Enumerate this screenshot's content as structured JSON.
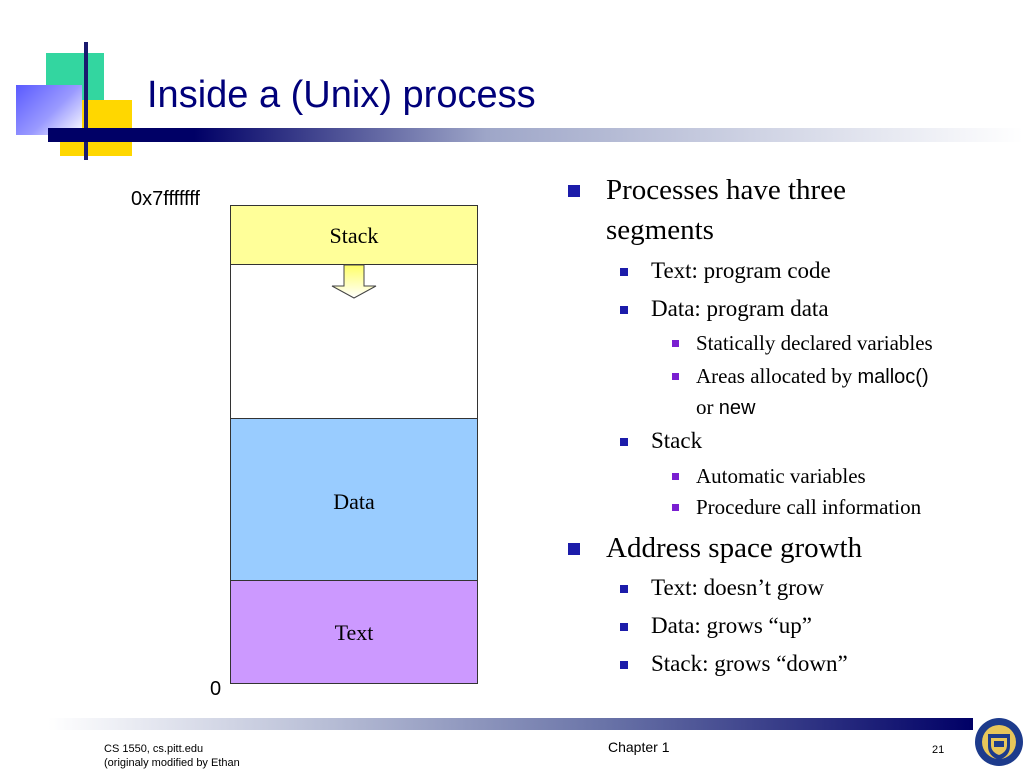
{
  "slide": {
    "title": "Inside a (Unix) process"
  },
  "diagram": {
    "address_top": "0x7fffffff",
    "address_bottom": "0",
    "segments": {
      "stack": "Stack",
      "data": "Data",
      "text": "Text"
    },
    "colors": {
      "stack": "#ffff99",
      "data": "#99ccff",
      "text": "#cc99ff",
      "free": "#ffffff"
    },
    "arrow_icon": "down-arrow-icon"
  },
  "bullets": {
    "b1_processes": "Processes have three segments",
    "b2_text": "Text: program code",
    "b2_data": "Data: program data",
    "b3_static": "Statically declared variables",
    "b3_areas_prefix": "Areas allocated by ",
    "b3_areas_malloc": "malloc()",
    "b3_areas_or": "or ",
    "b3_areas_new": "new",
    "b2_stack": "Stack",
    "b3_auto": "Automatic variables",
    "b3_proc": "Procedure call information",
    "b1_growth": "Address space growth",
    "b2_text_grow": "Text: doesn’t grow",
    "b2_data_grow": "Data: grows “up”",
    "b2_stack_grow": "Stack: grows “down”"
  },
  "footer": {
    "course": "CS 1550, cs.pitt.edu",
    "credit": "(originaly modified by Ethan",
    "chapter": "Chapter 1",
    "page": "21"
  }
}
